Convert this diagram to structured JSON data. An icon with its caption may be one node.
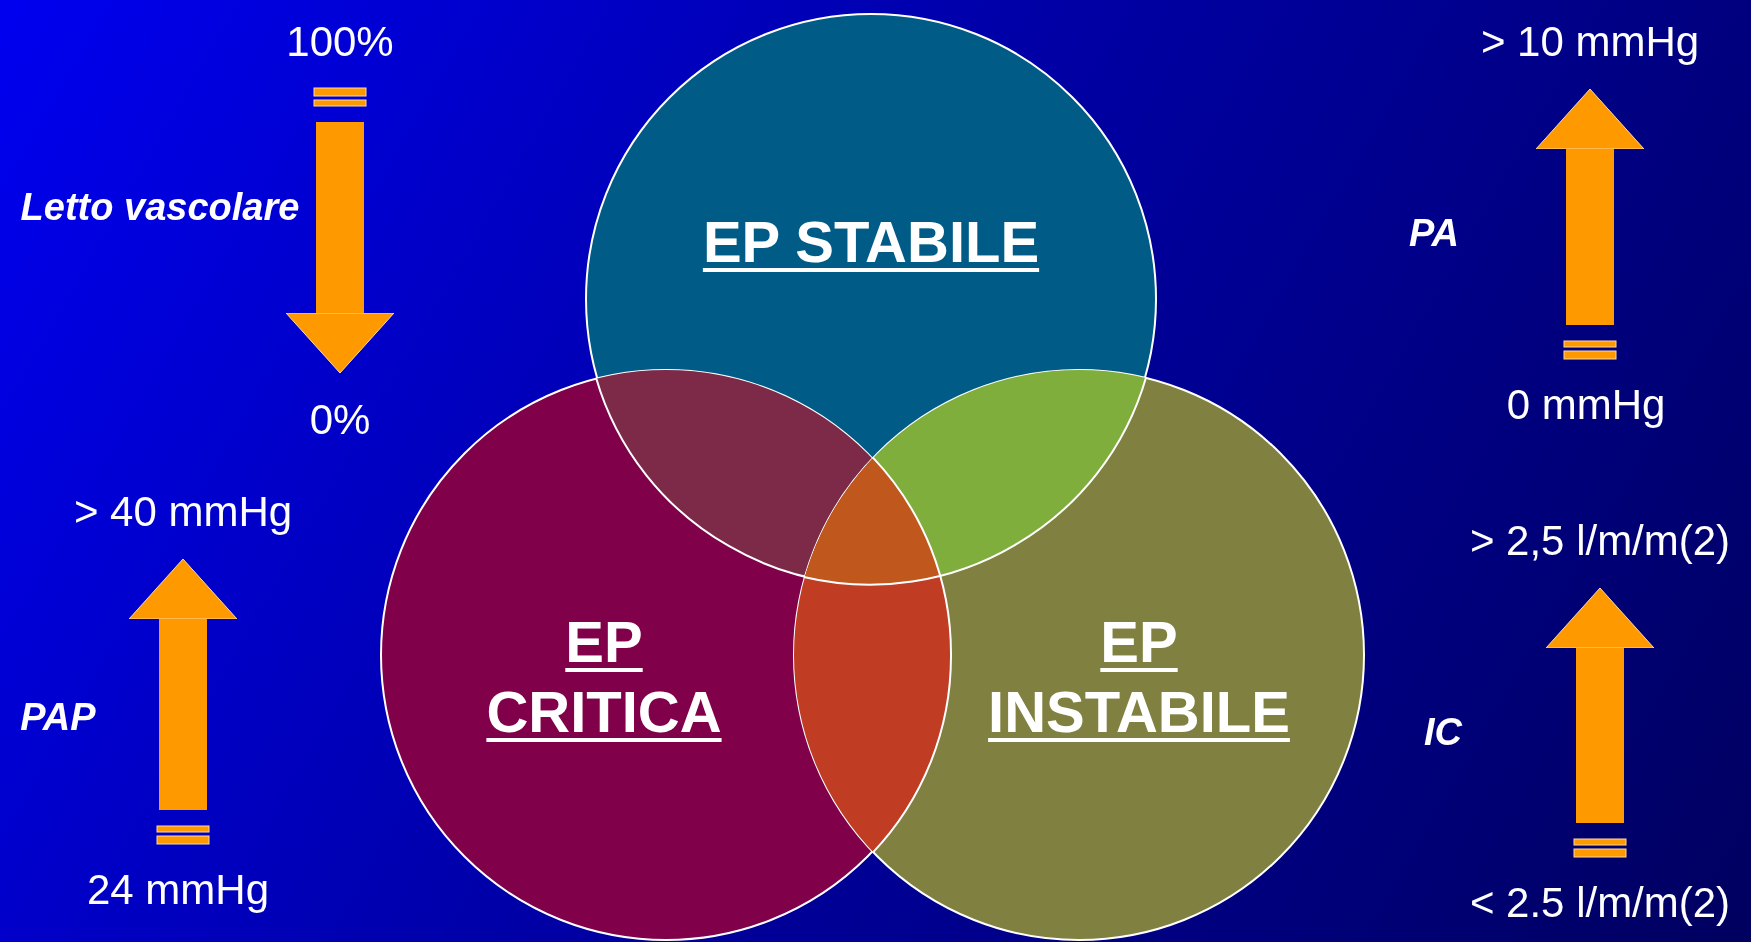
{
  "diagram": {
    "nodes": [
      {
        "text": [
          "EP STABILE"
        ]
      },
      {
        "text": [
          "EP CRITICA"
        ]
      },
      {
        "text": [
          "EP INSTABILE"
        ]
      },
      {
        "text": [
          "100%"
        ]
      },
      {
        "text": [
          "0%"
        ]
      },
      {
        "text": [
          "> 40 mmHg"
        ]
      },
      {
        "text": [
          "24 mmHg"
        ]
      },
      {
        "text": [
          "> 10 mmHg"
        ]
      },
      {
        "text": [
          "0 mmHg"
        ]
      },
      {
        "text": [
          "> 2,5 l/m/m(2)"
        ]
      },
      {
        "text": [
          "< 2.5 l/m/m(2)"
        ]
      }
    ],
    "edges": [
      {
        "from": 3,
        "to": 4,
        "arrow": "to"
      },
      {
        "from": 6,
        "to": 5,
        "arrow": "to"
      },
      {
        "from": 8,
        "to": 7,
        "arrow": "to"
      },
      {
        "from": 10,
        "to": 9,
        "arrow": "to"
      }
    ],
    "labels": [
      "Letto vascolare",
      "PA",
      "PAP",
      "IC"
    ]
  }
}
